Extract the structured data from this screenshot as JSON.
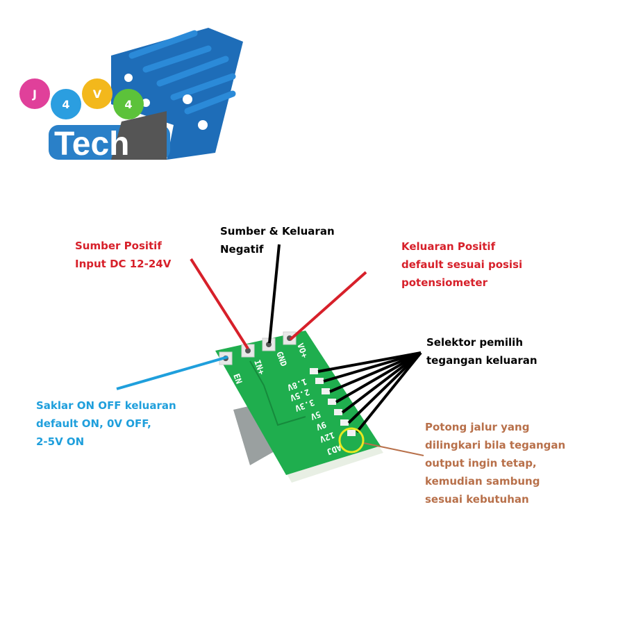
{
  "logo": {
    "letters": [
      "J",
      "4",
      "V",
      "4"
    ],
    "word": "Tech"
  },
  "annotations": {
    "source_positive": {
      "lines": [
        "Sumber Positif",
        "Input DC 12-24V"
      ],
      "color": "#d7202a"
    },
    "source_negative": {
      "lines": [
        "Sumber & Keluaran",
        "Negatif"
      ],
      "color": "#000000"
    },
    "output_positive": {
      "lines": [
        "Keluaran Positif",
        "default sesuai posisi",
        "potensiometer"
      ],
      "color": "#d7202a"
    },
    "selector": {
      "lines": [
        "Selektor pemilih",
        "tegangan keluaran"
      ],
      "color": "#000000"
    },
    "enable_switch": {
      "lines": [
        "Saklar ON OFF keluaran",
        "default ON, 0V OFF,",
        "2-5V ON"
      ],
      "color": "#1f9fdc"
    },
    "cut_trace": {
      "lines": [
        "Potong jalur yang",
        "dilingkari bila tegangan",
        "output ingin tetap,",
        "kemudian sambung",
        "sesuai kebutuhan"
      ],
      "color": "#b8704a"
    }
  },
  "board": {
    "pins": [
      "EN",
      "IN+",
      "GND",
      "VO+"
    ],
    "voltages": [
      "1.8V",
      "2.5V",
      "3.3V",
      "5V",
      "9V",
      "12V",
      "ADJ"
    ]
  }
}
